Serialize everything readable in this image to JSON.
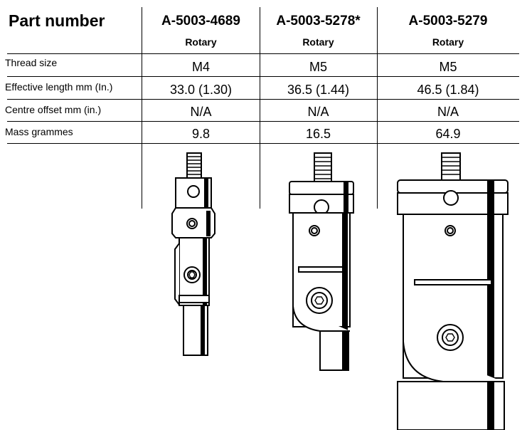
{
  "table": {
    "header_label": "Part number",
    "columns": [
      {
        "part": "A-5003-4689",
        "type": "Rotary"
      },
      {
        "part": "A-5003-5278*",
        "type": "Rotary"
      },
      {
        "part": "A-5003-5279",
        "type": "Rotary"
      }
    ],
    "rows": [
      {
        "label": "Thread size",
        "values": [
          "M4",
          "M5",
          "M5"
        ]
      },
      {
        "label": "Effective length mm (In.)",
        "values": [
          "33.0 (1.30)",
          "36.5 (1.44)",
          "46.5 (1.84)"
        ]
      },
      {
        "label": "Centre offset mm (in.)",
        "values": [
          "N/A",
          "N/A",
          "N/A"
        ]
      },
      {
        "label": "Mass grammes",
        "values": [
          "9.8",
          "16.5",
          "64.9"
        ]
      }
    ]
  },
  "illustrations": [
    {
      "icon": "rotary-adaptor-small-icon"
    },
    {
      "icon": "rotary-adaptor-medium-icon"
    },
    {
      "icon": "rotary-adaptor-large-icon"
    }
  ]
}
